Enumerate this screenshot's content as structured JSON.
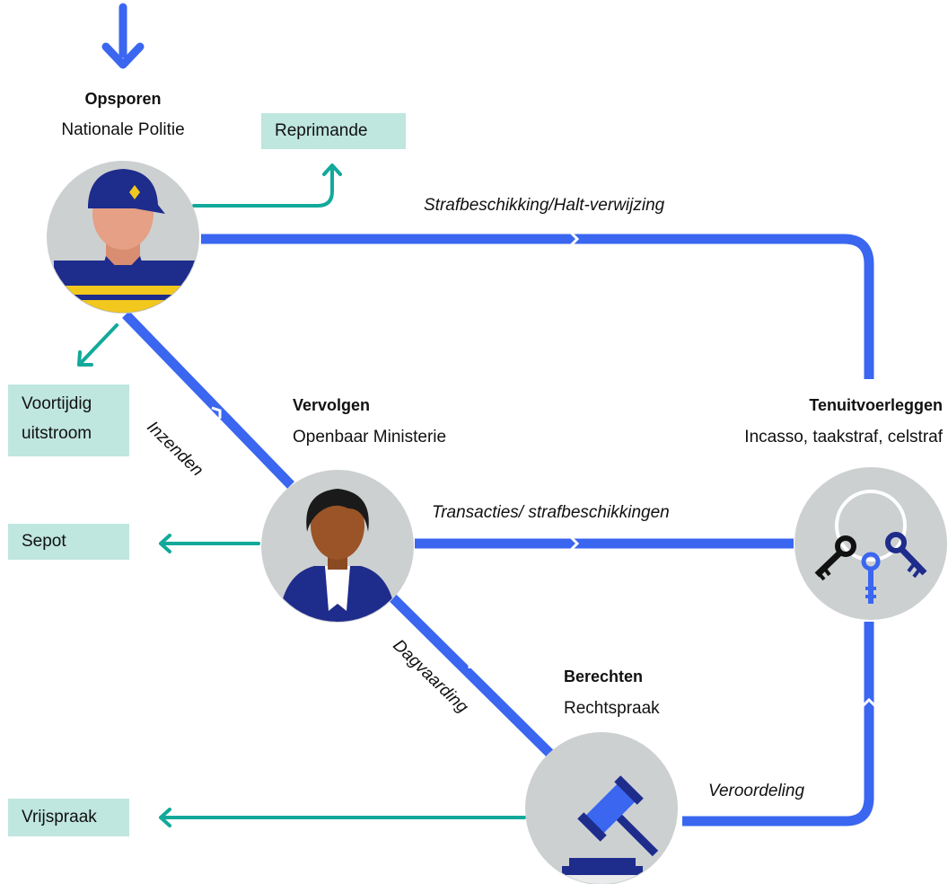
{
  "colors": {
    "blue": "#3a66f0",
    "teal": "#12a99a",
    "box_bg": "#bfe6df",
    "circle_bg": "#cdd0d1"
  },
  "stages": {
    "opsporen": {
      "title": "Opsporen",
      "subtitle": "Nationale Politie",
      "icon": "police-officer-icon"
    },
    "vervolgen": {
      "title": "Vervolgen",
      "subtitle": "Openbaar Ministerie",
      "icon": "prosecutor-icon"
    },
    "tenuitvoerleggen": {
      "title": "Tenuitvoerleggen",
      "subtitle": "Incasso, taakstraf, celstraf",
      "icon": "keys-icon"
    },
    "berechten": {
      "title": "Berechten",
      "subtitle": "Rechtspraak",
      "icon": "gavel-icon"
    }
  },
  "outcomes": {
    "reprimande": "Reprimande",
    "voortijdig_line1": "Voortijdig",
    "voortijdig_line2": "uitstroom",
    "sepot": "Sepot",
    "vrijspraak": "Vrijspraak"
  },
  "flows": {
    "strafbeschikking": "Strafbeschikking/Halt-verwijzing",
    "inzenden": "Inzenden",
    "transacties": "Transacties/ strafbeschikkingen",
    "dagvaarding": "Dagvaarding",
    "veroordeling": "Veroordeling"
  }
}
